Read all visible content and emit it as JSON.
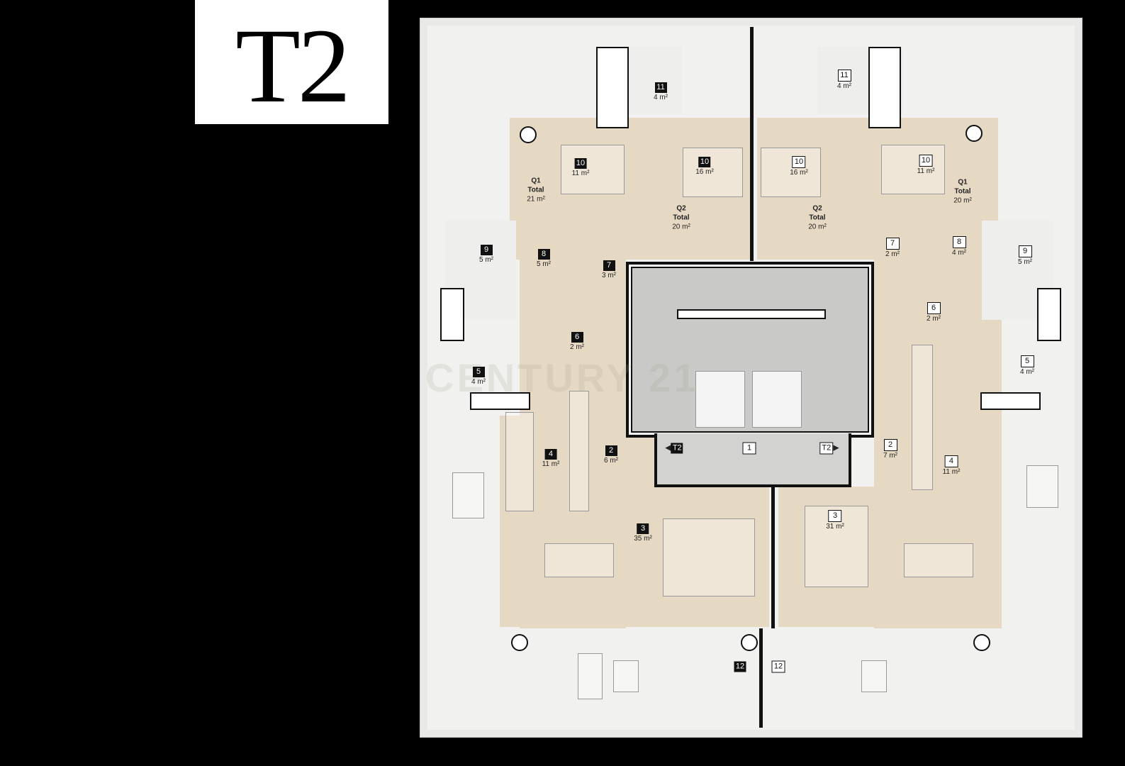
{
  "header": {
    "title": "T2"
  },
  "watermark": "CENTURY 21",
  "core": {
    "hall": "1",
    "left_unit_tag": "T2",
    "right_unit_tag": "T2",
    "left_arrow": "◀",
    "right_arrow": "▶"
  },
  "left_unit": {
    "rooms": [
      {
        "id": "11",
        "area": "4 m²"
      },
      {
        "id": "10",
        "area": "11 m²"
      },
      {
        "id": "10",
        "area": "16 m²"
      },
      {
        "id": "9",
        "area": "5 m²"
      },
      {
        "id": "8",
        "area": "5 m²"
      },
      {
        "id": "7",
        "area": "3 m²"
      },
      {
        "id": "6",
        "area": "2 m²"
      },
      {
        "id": "5",
        "area": "4 m²"
      },
      {
        "id": "4",
        "area": "11 m²"
      },
      {
        "id": "2",
        "area": "6 m²"
      },
      {
        "id": "3",
        "area": "35 m²"
      },
      {
        "id": "12",
        "area": ""
      }
    ],
    "totals": [
      {
        "name": "Q1",
        "label": "Total",
        "area": "21 m²"
      },
      {
        "name": "Q2",
        "label": "Total",
        "area": "20 m²"
      }
    ]
  },
  "right_unit": {
    "rooms": [
      {
        "id": "11",
        "area": "4 m²"
      },
      {
        "id": "10",
        "area": "16 m²"
      },
      {
        "id": "10",
        "area": "11 m²"
      },
      {
        "id": "7",
        "area": "2 m²"
      },
      {
        "id": "8",
        "area": "4 m²"
      },
      {
        "id": "9",
        "area": "5 m²"
      },
      {
        "id": "6",
        "area": "2 m²"
      },
      {
        "id": "5",
        "area": "4 m²"
      },
      {
        "id": "2",
        "area": "7 m²"
      },
      {
        "id": "4",
        "area": "11 m²"
      },
      {
        "id": "3",
        "area": "31 m²"
      },
      {
        "id": "12",
        "area": ""
      }
    ],
    "totals": [
      {
        "name": "Q2",
        "label": "Total",
        "area": "20 m²"
      },
      {
        "name": "Q1",
        "label": "Total",
        "area": "20 m²"
      }
    ]
  }
}
